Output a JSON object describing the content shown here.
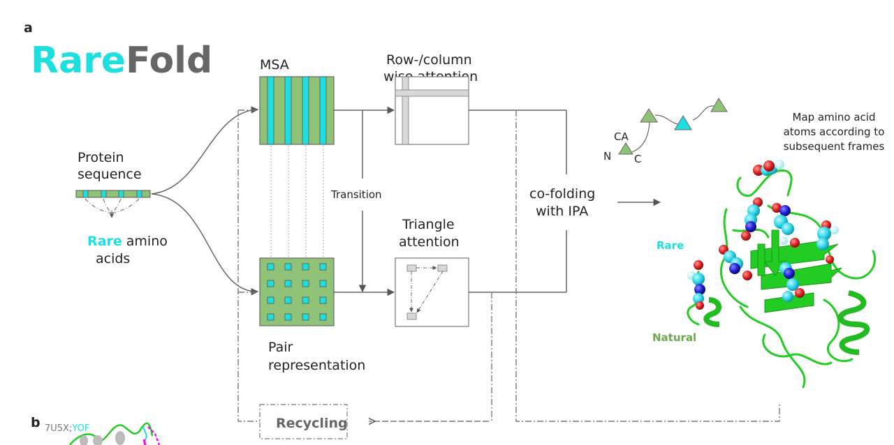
{
  "panel_a": {
    "label": "a",
    "title_part1": "Rare",
    "title_part2": "Fold",
    "protein_sequence": {
      "line1": "Protein",
      "line2": "sequence"
    },
    "rare_amino_acids": {
      "highlight": "Rare",
      "rest_line1": " amino",
      "line2": "acids"
    },
    "msa_label": "MSA",
    "row_col_attention": {
      "line1": "Row-/column",
      "line2": "wise attention"
    },
    "transition_label": "Transition",
    "triangle_attention": {
      "line1": "Triangle",
      "line2": "attention"
    },
    "pair_representation": {
      "line1": "Pair",
      "line2": "representation"
    },
    "cofolding": {
      "line1": "co-folding",
      "line2": "with IPA"
    },
    "frame_labels": {
      "ca": "CA",
      "n": "N",
      "c": "C"
    },
    "map_atoms": {
      "line1": "Map amino acid",
      "line2": "atoms according to",
      "line3": "subsequent frames"
    },
    "legend": {
      "rare": "Rare",
      "natural": "Natural"
    },
    "recycling_label": "Recycling"
  },
  "panel_b": {
    "label": "b",
    "pdb_id": "7U5X;",
    "ligand": "YOF"
  },
  "colors": {
    "rare_cyan": "#1ddfe0",
    "natural_green": "#8fc177",
    "title_gray": "#666666",
    "protein_green": "#22cc22",
    "line_gray": "#666666",
    "natural_label": "#6aaa4e"
  }
}
